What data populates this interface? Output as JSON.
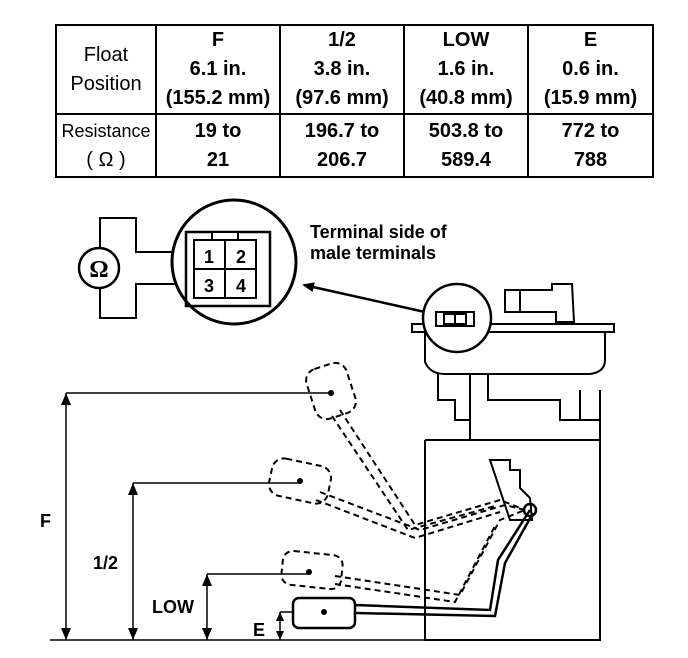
{
  "table": {
    "row1": {
      "header": [
        "Float",
        "Position"
      ],
      "cells": [
        [
          "F",
          "6.1 in.",
          "(155.2 mm)"
        ],
        [
          "1/2",
          "3.8 in.",
          "(97.6 mm)"
        ],
        [
          "LOW",
          "1.6 in.",
          "(40.8 mm)"
        ],
        [
          "E",
          "0.6 in.",
          "(15.9 mm)"
        ]
      ]
    },
    "row2": {
      "header": [
        "Resistance",
        "( Ω )"
      ],
      "cells": [
        [
          "19 to",
          "21"
        ],
        [
          "196.7 to",
          "206.7"
        ],
        [
          "503.8 to",
          "589.4"
        ],
        [
          "772 to",
          "788"
        ]
      ]
    }
  },
  "diagram": {
    "ohm_symbol": "Ω",
    "connector_pins": [
      "1",
      "2",
      "3",
      "4"
    ],
    "callout": [
      "Terminal side of",
      "male terminals"
    ],
    "level_labels": {
      "f": "F",
      "half": "1/2",
      "low": "LOW",
      "e": "E"
    }
  }
}
